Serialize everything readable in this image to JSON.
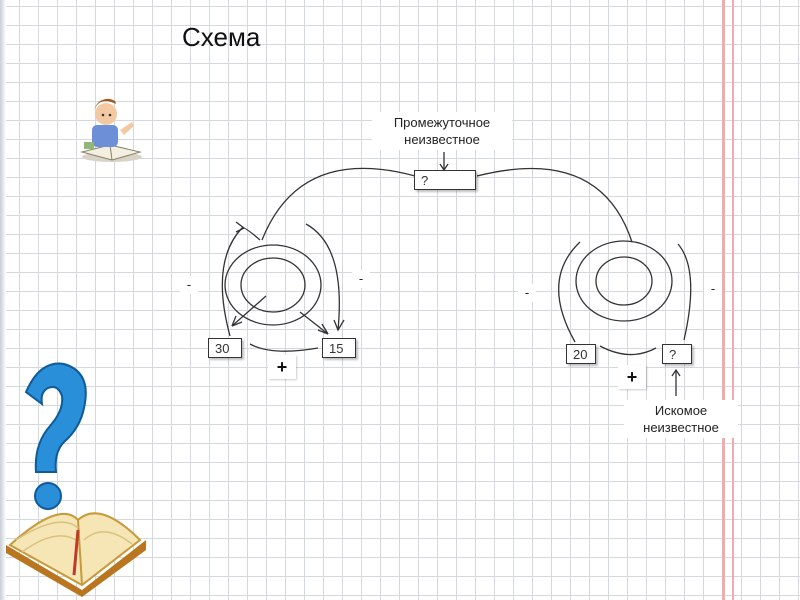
{
  "title": "Схема",
  "labels": {
    "intermediate_line1": "Промежуточное",
    "intermediate_line2": "неизвестное",
    "sought_line1": "Искомое",
    "sought_line2": "неизвестное"
  },
  "boxes": {
    "top": "?",
    "left_a": "30",
    "left_b": "15",
    "right_a": "20",
    "right_b": "?"
  },
  "signs": {
    "minus": "-",
    "plus": "+"
  },
  "colors": {
    "grid": "#d4d9df",
    "margin": "#f0aab0",
    "ink": "#333333"
  },
  "icons": [
    "student-reading-icon",
    "question-mark-book-icon"
  ]
}
